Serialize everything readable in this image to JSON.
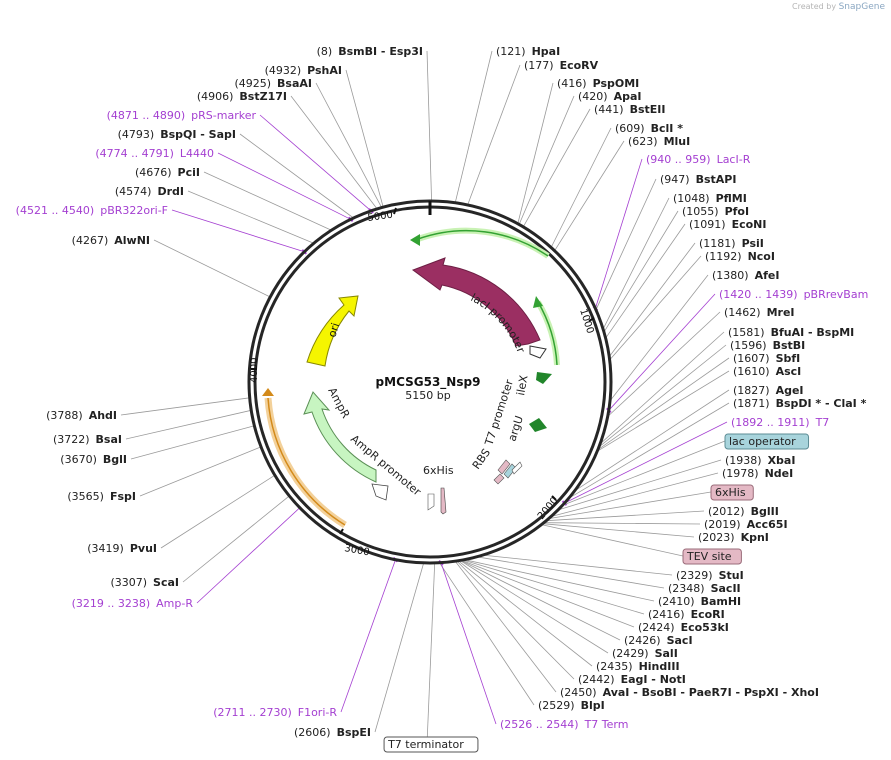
{
  "watermark": {
    "prefix": "Created by",
    "brand": "SnapGene"
  },
  "plasmid": {
    "name": "pMCSG53_Nsp9",
    "size": "5150 bp"
  },
  "colors": {
    "site": "#222222",
    "primer": "#a43fd1",
    "line": "#9a9a9a",
    "lacI": "#9b2f62",
    "ori": "#f5f500",
    "ampR": "#c7f5c1",
    "lacIpromoter": "#ffffff",
    "feature_green": "#21862b",
    "lac_operator_box": "#a8d4dc",
    "tag_box": "#e4b9c5"
  },
  "ticks": [
    {
      "label": "5000"
    },
    {
      "label": "1000"
    },
    {
      "label": "2000"
    },
    {
      "label": "3000"
    },
    {
      "label": "4000"
    }
  ],
  "features": {
    "lacI": "lacI",
    "lacI_promoter": "lacI promoter",
    "ori": "ori",
    "AmpR": "AmpR",
    "AmpR_promoter": "AmpR promoter",
    "T7_promoter": "T7 promoter",
    "argU": "argU",
    "ileX": "ileX",
    "RBS": "RBS",
    "sixHis": "6xHis"
  },
  "labels": [
    {
      "pos": "(8)",
      "name": "BsmBI   -  Esp3I",
      "type": "site"
    },
    {
      "pos": "(4932)",
      "name": "PshAI",
      "type": "site"
    },
    {
      "pos": "(4925)",
      "name": "BsaAI",
      "type": "site"
    },
    {
      "pos": "(4906)",
      "name": "BstZ17I",
      "type": "site"
    },
    {
      "pos": "(4871 .. 4890)",
      "name": "pRS-marker",
      "type": "primer"
    },
    {
      "pos": "(4793)",
      "name": "BspQI   -  SapI",
      "type": "site"
    },
    {
      "pos": "(4774 .. 4791)",
      "name": "L4440",
      "type": "primer"
    },
    {
      "pos": "(4676)",
      "name": "PciI",
      "type": "site"
    },
    {
      "pos": "(4574)",
      "name": "DrdI",
      "type": "site"
    },
    {
      "pos": "(4521 .. 4540)",
      "name": "pBR322ori-F",
      "type": "primer"
    },
    {
      "pos": "(4267)",
      "name": "AlwNI",
      "type": "site"
    },
    {
      "pos": "(3788)",
      "name": "AhdI",
      "type": "site"
    },
    {
      "pos": "(3722)",
      "name": "BsaI",
      "type": "site"
    },
    {
      "pos": "(3670)",
      "name": "BglI",
      "type": "site"
    },
    {
      "pos": "(3565)",
      "name": "FspI",
      "type": "site"
    },
    {
      "pos": "(3419)",
      "name": "PvuI",
      "type": "site"
    },
    {
      "pos": "(3307)",
      "name": "ScaI",
      "type": "site"
    },
    {
      "pos": "(3219 .. 3238)",
      "name": "Amp-R",
      "type": "primer"
    },
    {
      "pos": "(2711 .. 2730)",
      "name": "F1ori-R",
      "type": "primer"
    },
    {
      "pos": "(2606)",
      "name": "BspEI",
      "type": "site"
    },
    {
      "pos": "(121)",
      "name": "HpaI",
      "type": "site"
    },
    {
      "pos": "(177)",
      "name": "EcoRV",
      "type": "site"
    },
    {
      "pos": "(416)",
      "name": "PspOMI",
      "type": "site"
    },
    {
      "pos": "(420)",
      "name": "ApaI",
      "type": "site"
    },
    {
      "pos": "(441)",
      "name": "BstEII",
      "type": "site"
    },
    {
      "pos": "(609)",
      "name": "BclI *",
      "type": "site"
    },
    {
      "pos": "(623)",
      "name": "MluI",
      "type": "site"
    },
    {
      "pos": "(940 .. 959)",
      "name": "LacI-R",
      "type": "primer"
    },
    {
      "pos": "(947)",
      "name": "BstAPI",
      "type": "site"
    },
    {
      "pos": "(1048)",
      "name": "PflMI",
      "type": "site"
    },
    {
      "pos": "(1055)",
      "name": "PfoI",
      "type": "site"
    },
    {
      "pos": "(1091)",
      "name": "EcoNI",
      "type": "site"
    },
    {
      "pos": "(1181)",
      "name": "PsiI",
      "type": "site"
    },
    {
      "pos": "(1192)",
      "name": "NcoI",
      "type": "site"
    },
    {
      "pos": "(1380)",
      "name": "AfeI",
      "type": "site"
    },
    {
      "pos": "(1420 .. 1439)",
      "name": "pBRrevBam",
      "type": "primer"
    },
    {
      "pos": "(1462)",
      "name": "MreI",
      "type": "site"
    },
    {
      "pos": "(1581)",
      "name": "BfuAI   -  BspMI",
      "type": "site"
    },
    {
      "pos": "(1596)",
      "name": "BstBI",
      "type": "site"
    },
    {
      "pos": "(1607)",
      "name": "SbfI",
      "type": "site"
    },
    {
      "pos": "(1610)",
      "name": "AscI",
      "type": "site"
    },
    {
      "pos": "(1827)",
      "name": "AgeI",
      "type": "site"
    },
    {
      "pos": "(1871)",
      "name": "BspDI *   -  ClaI *",
      "type": "site"
    },
    {
      "pos": "(1892 .. 1911)",
      "name": "T7",
      "type": "primer"
    },
    {
      "pos": "",
      "name": "lac operator",
      "type": "feature"
    },
    {
      "pos": "(1938)",
      "name": "XbaI",
      "type": "site"
    },
    {
      "pos": "(1978)",
      "name": "NdeI",
      "type": "site"
    },
    {
      "pos": "",
      "name": "6xHis",
      "type": "feature"
    },
    {
      "pos": "(2012)",
      "name": "BglII",
      "type": "site"
    },
    {
      "pos": "(2019)",
      "name": "Acc65I",
      "type": "site"
    },
    {
      "pos": "(2023)",
      "name": "KpnI",
      "type": "site"
    },
    {
      "pos": "",
      "name": "TEV site",
      "type": "feature"
    },
    {
      "pos": "(2329)",
      "name": "StuI",
      "type": "site"
    },
    {
      "pos": "(2348)",
      "name": "SacII",
      "type": "site"
    },
    {
      "pos": "(2410)",
      "name": "BamHI",
      "type": "site"
    },
    {
      "pos": "(2416)",
      "name": "EcoRI",
      "type": "site"
    },
    {
      "pos": "(2424)",
      "name": "Eco53kI",
      "type": "site"
    },
    {
      "pos": "(2426)",
      "name": "SacI",
      "type": "site"
    },
    {
      "pos": "(2429)",
      "name": "SalI",
      "type": "site"
    },
    {
      "pos": "(2435)",
      "name": "HindIII",
      "type": "site"
    },
    {
      "pos": "(2442)",
      "name": "EagI   -  NotI",
      "type": "site"
    },
    {
      "pos": "(2450)",
      "name": "AvaI   -  BsoBI   -  PaeR7I   -  PspXI   -  XhoI",
      "type": "site"
    },
    {
      "pos": "(2529)",
      "name": "BlpI",
      "type": "site"
    },
    {
      "pos": "(2526 .. 2544)",
      "name": "T7 Term",
      "type": "primer"
    },
    {
      "pos": "",
      "name": "T7 terminator",
      "type": "feature"
    }
  ]
}
